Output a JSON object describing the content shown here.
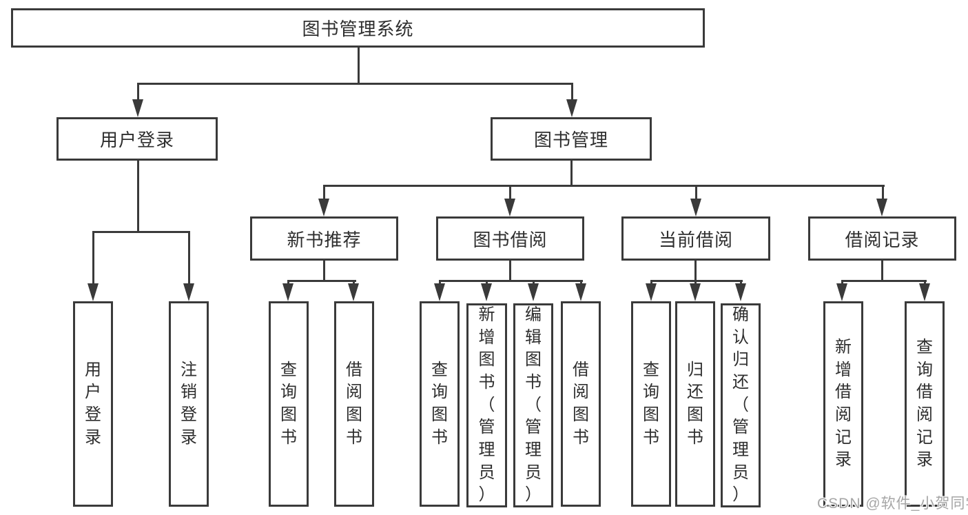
{
  "palette": {
    "line_color": "#3a3a3a",
    "text_color": "#2e2e2e",
    "background": "#ffffff",
    "watermark_color": "#a6a6a6"
  },
  "tree": {
    "root": {
      "label": "图书管理系统"
    },
    "login": {
      "label": "用户登录",
      "children": [
        {
          "label": "用户登录"
        },
        {
          "label": "注销登录"
        }
      ]
    },
    "management": {
      "label": "图书管理",
      "children": [
        {
          "label": "新书推荐",
          "children": [
            {
              "label": "查询图书"
            },
            {
              "label": "借阅图书"
            }
          ]
        },
        {
          "label": "图书借阅",
          "children": [
            {
              "label": "查询图书"
            },
            {
              "label": "新增图书（管理员）"
            },
            {
              "label": "编辑图书（管理员）"
            },
            {
              "label": "借阅图书"
            }
          ]
        },
        {
          "label": "当前借阅",
          "children": [
            {
              "label": "查询图书"
            },
            {
              "label": "归还图书"
            },
            {
              "label": "确认归还（管理员）"
            }
          ]
        },
        {
          "label": "借阅记录",
          "children": [
            {
              "label": "新增借阅记录"
            },
            {
              "label": "查询借阅记录"
            }
          ]
        }
      ]
    }
  },
  "watermark": {
    "text": "CSDN @软件_小贺同学"
  }
}
